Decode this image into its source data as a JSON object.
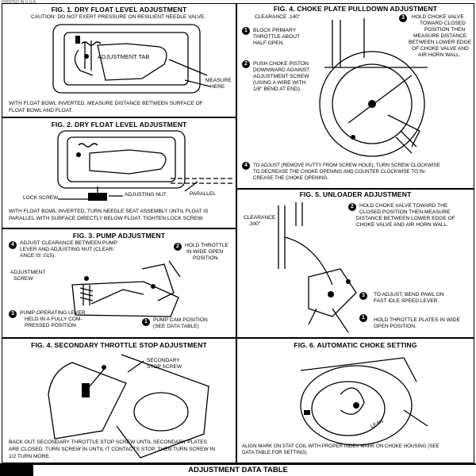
{
  "header": "PRINTED IN U.S.A.",
  "fig1": {
    "title": "FIG. 1.  DRY FLOAT LEVEL ADJUSTMENT",
    "caution": "CAUTION:  DO NOT EXERT PRESSURE ON RESILIENT NEEDLE VALVE.",
    "tab": "ADJUSTMENT TAB",
    "measure1": "MEASURE",
    "measure2": "HERE",
    "caption1": "WITH FLOAT BOWL INVERTED, MEASURE DISTANCE BETWEEN SURFACE OF",
    "caption2": "FLOAT BOWL AND FLOAT."
  },
  "fig2": {
    "title": "FIG. 2.  DRY FLOAT LEVEL ADJUSTMENT",
    "lockscrew": "LOCK SCREW",
    "nut": "ADJUSTING NUT",
    "parallel": "PARALLEL",
    "caption1": "WITH FLOAT BOWL INVERTED, TURN NEEDLE SEAT ASSEMBLY UNTIL FLOAT IS",
    "caption2": "PARALLEL WITH SURFACE DIRECTLY BELOW FLOAT.  TIGHTEN LOCK SCREW."
  },
  "fig3": {
    "title": "FIG. 3.  PUMP ADJUSTMENT",
    "s4a": "ADJUST CLEARANCE BETWEEN PUMP",
    "s4b": "LEVER AND ADJUSTING NUT (CLEAR-",
    "s4c": "ANCE IS .015).",
    "s2a": "HOLD THROTTLE",
    "s2b": "IN WIDE OPEN",
    "s2c": "POSITION.",
    "screw1": "ADJUSTMENT",
    "screw2": "SCREW",
    "s3a": "PUMP OPERATING LEVER",
    "s3b": "HELD IN A FULLY COM-",
    "s3c": "PRESSED POSITION",
    "s1a": "PUMP CAM POSITION",
    "s1b": "(SEE DATA TABLE)"
  },
  "fig4a": {
    "title": "FIG. 4.  SECONDARY THROTTLE STOP ADJUSTMENT",
    "label1": "SECONDARY",
    "label2": "STOP SCREW",
    "caption1": "BACK OUT SECONDARY THROTTLE STOP SCREW UNTIL SECONDARY PLATES",
    "caption2": "ARE CLOSED.  TURN SCREW IN UNTIL IT CONTACTS STOP, THEN TURN SCREW IN",
    "caption3": "1/2 TURN MORE."
  },
  "fig4b": {
    "title": "FIG. 4.  CHOKE PLATE PULLDOWN ADJUSTMENT",
    "clearance": "CLEARANCE  .140\"",
    "s1a": "BLOCK   PRIMARY",
    "s1b": "THROTTLE  ABOUT",
    "s1c": "HALF OPEN.",
    "s2a": "PUSH CHOKE PISTON",
    "s2b": "DOWNWARD AGAINST",
    "s2c": "ADJUSTMENT SCREW",
    "s2d": "(USING A WIRE WITH",
    "s2e": "1/8\" BEND AT END).",
    "s3a": "HOLD CHOKE VALVE",
    "s3b": "TOWARD CLOSED",
    "s3c": "POSITION THEN",
    "s3d": "MEASURE DISTANCE",
    "s3e": "BETWEEN LOWER EDGE",
    "s3f": "OF CHOKE VALVE AND",
    "s3g": "AIR HORN WALL.",
    "s4a": "TO ADJUST (REMOVE PUTTY FROM SCREW HOLE), TURN SCREW CLOCKWISE",
    "s4b": "TO DECREASE THE CHOKE OPENING AND COUNTER CLOCKWISE TO IN-",
    "s4c": "CREASE THE CHOKE OPENING."
  },
  "fig5": {
    "title": "FIG. 5.  UNLOADER ADJUSTMENT",
    "clearance1": "CLEARANCE",
    "clearance2": ".300\"",
    "s2a": "HOLD CHOKE VALVE TOWARD THE",
    "s2b": "CLOSED POSITION THEN MEASURE",
    "s2c": "DISTANCE BETWEEN LOWER EDGE OF",
    "s2d": "CHOKE VALVE AND AIR HORN WALL.",
    "s3a": "TO ADJUST, BEND PAWL ON",
    "s3b": "FAST IDLE SPEED LEVER.",
    "s1a": "HOLD THROTTLE PLATES IN WIDE",
    "s1b": "OPEN POSITION."
  },
  "fig6": {
    "title": "FIG. 6.  AUTOMATIC CHOKE SETTING",
    "lean": "LEAN",
    "caption1": "ALIGN MARK ON STAT COIL WITH PROPER INDEX MARK ON CHOKE HOUSING (SEE",
    "caption2": "DATA TABLE FOR SETTING)."
  },
  "footer": "ADJUSTMENT DATA TABLE"
}
